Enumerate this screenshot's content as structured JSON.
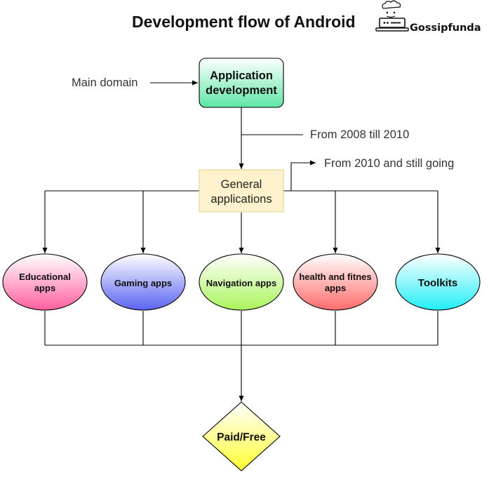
{
  "title": "Development flow of Android",
  "brand": {
    "name": "Gossipfunda",
    "logo_icon": "chef-laptop-logo-icon"
  },
  "labels": {
    "main_domain": "Main domain",
    "period_1": "From 2008 till 2010",
    "period_2": "From 2010 and still going"
  },
  "nodes": {
    "application_development": {
      "line1": "Application",
      "line2": "development",
      "color": "#5ee6a5"
    },
    "general_applications": {
      "line1": "General",
      "line2": "applications",
      "color": "#fff2cc"
    },
    "categories": [
      {
        "id": "educational",
        "line1": "Educational",
        "line2": "apps",
        "color": "#ff5f9e"
      },
      {
        "id": "gaming",
        "line1": "Gaming apps",
        "line2": "",
        "color": "#5a63f0"
      },
      {
        "id": "navigation",
        "line1": "Navigation apps",
        "line2": "",
        "color": "#aaf45c"
      },
      {
        "id": "health",
        "line1": "health and fitnes",
        "line2": "apps",
        "color": "#ff6b6b"
      },
      {
        "id": "toolkits",
        "line1": "Toolkits",
        "line2": "",
        "color": "#22eef6"
      }
    ],
    "paid_free": {
      "label": "Paid/Free",
      "color": "#ffff33"
    }
  }
}
